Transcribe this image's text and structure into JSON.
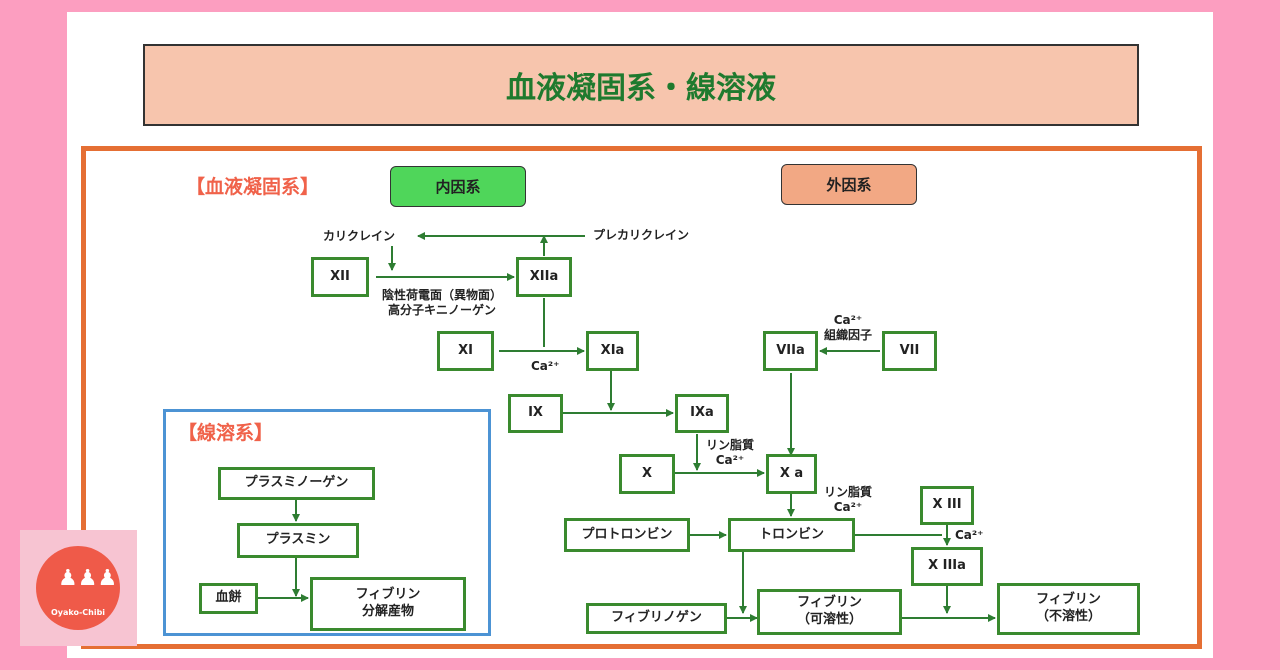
{
  "title": "血液凝固系・線溶液",
  "sections": {
    "coag": "【血液凝固系】",
    "fib": "【線溶系】"
  },
  "headers": {
    "intrinsic": "内因系",
    "extrinsic": "外因系"
  },
  "colors": {
    "intrinsic": "#4fd65a",
    "extrinsic": "#f2a884",
    "node_border": "#3a8a2e",
    "arrow": "#2e7d32",
    "coag_frame": "#e56f34",
    "fib_frame": "#4c93d4"
  },
  "nodes": {
    "xii": "XII",
    "xiia": "XIIa",
    "xi": "XI",
    "xia": "XIa",
    "ix": "IX",
    "ixa": "IXa",
    "x": "X",
    "xa": "X a",
    "viia": "VIIa",
    "vii": "VII",
    "prothrombin": "プロトロンビン",
    "thrombin": "トロンビン",
    "xiii": "X III",
    "xiiia": "X IIIa",
    "fibrinogen": "フィブリノゲン",
    "fibrin_soluble": "フィブリン\n（可溶性）",
    "fibrin_insoluble": "フィブリン\n（不溶性）",
    "plasminogen": "プラスミノーゲン",
    "plasmin": "プラスミン",
    "clot": "血餅",
    "fdp": "フィブリン\n分解産物"
  },
  "labels": {
    "kallikrein": "カリクレイン",
    "prekallikrein": "プレカリクレイン",
    "surface": "陰性荷電面（異物面）\n高分子キニノーゲン",
    "ca_xi": "Ca²⁺",
    "ca_tf": "Ca²⁺\n組織因子",
    "lipid_ca_1": "リン脂質\nCa²⁺",
    "lipid_ca_2": "リン脂質\nCa²⁺",
    "ca_xiii": "Ca²⁺"
  },
  "logo": {
    "icon": "family-icon",
    "brand": "Oyako-Chibi"
  }
}
